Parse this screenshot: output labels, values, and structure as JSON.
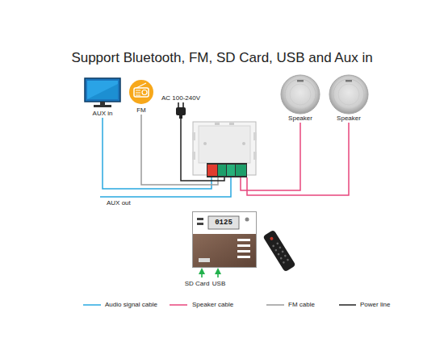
{
  "diagram": {
    "title": "Support Bluetooth, FM, SD Card, USB and Aux in",
    "nodes": [
      {
        "text": [
          "AUX in"
        ]
      },
      {
        "text": [
          "FM"
        ]
      },
      {
        "text": [
          "AC 100-240V"
        ]
      },
      {
        "text": [
          "Speaker"
        ]
      },
      {
        "text": [
          "Speaker"
        ]
      },
      {
        "text": []
      },
      {
        "text": [
          "0125"
        ]
      }
    ],
    "edges": [
      {
        "from": 0,
        "to": 5,
        "arrow": "none"
      },
      {
        "from": 1,
        "to": 5,
        "arrow": "none"
      },
      {
        "from": 2,
        "to": 5,
        "arrow": "none"
      },
      {
        "from": 5,
        "to": 3,
        "arrow": "none"
      },
      {
        "from": 5,
        "to": 4,
        "arrow": "none"
      }
    ],
    "labels": [
      "AUX out",
      "SD Card",
      "USB"
    ],
    "legend": [
      {
        "text": "Audio signal cable"
      },
      {
        "text": "Speaker cable"
      },
      {
        "text": "FM cable"
      },
      {
        "text": "Power line"
      }
    ]
  }
}
